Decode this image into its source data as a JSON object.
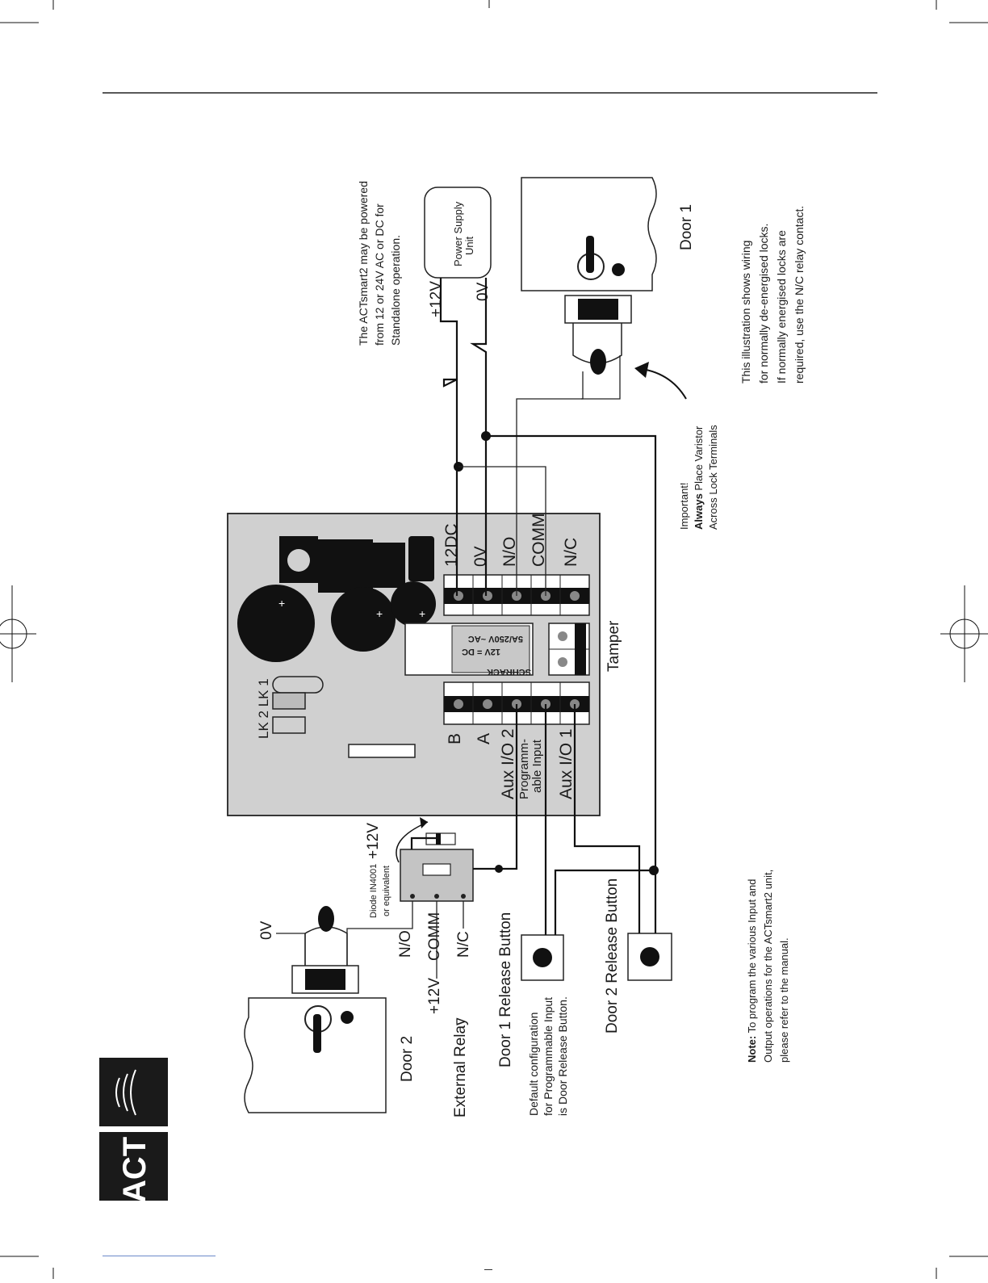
{
  "diagram": {
    "board_terminals_top": [
      "12DC",
      "0V",
      "N/O",
      "COMM",
      "N/C"
    ],
    "board_terminals_bottom": [
      "B",
      "A",
      "Aux I/O 2",
      "Aux I/O 1"
    ],
    "programmable_input": [
      "Programm-",
      "able Input"
    ],
    "tamper_label": "Tamper",
    "relay_text": [
      "SCHRACK",
      "12V = DC",
      "5A/250V ~AC"
    ],
    "link_labels": "LK 2  LK 1",
    "psu": {
      "label_line1": "Power Supply",
      "label_line2": "Unit",
      "plus": "+12V",
      "zero": "0V"
    },
    "psu_note": [
      "The ACTsmart2 may be powered",
      "from 12 or 24V AC or DC for",
      "Standalone operation."
    ],
    "door1_label": "Door 1",
    "door2_label": "Door 2",
    "varistor_note": {
      "line1": "Important!",
      "line2_bold": "Always",
      "line2_rest": " Place Varistor",
      "line3": "Across Lock Terminals"
    },
    "wiring_note": [
      "This illustration shows wiring",
      "for normally de-energised locks.",
      "If normally energised locks are",
      "required, use the N/C relay contact."
    ],
    "external_relay": {
      "label": "External Relay",
      "no": "N/O",
      "comm": "COMM",
      "nc": "N/C",
      "plus12": "+12V",
      "diode_line1": "Diode IN4001",
      "diode_line2": "or equivalent",
      "top_plus12": "+12V",
      "zero": "0V"
    },
    "door1_button": "Door 1 Release Button",
    "door2_button": "Door 2 Release Button",
    "default_config": [
      "Default configuration",
      "for Programmable Input",
      "is Door Release Button."
    ],
    "bottom_note": {
      "bold": "Note:",
      "line1_rest": " To program the various Input and",
      "line2": "Output operations for the ACTsmart2 unit,",
      "line3": "please refer to the manual."
    },
    "logo_text": "ACT"
  }
}
